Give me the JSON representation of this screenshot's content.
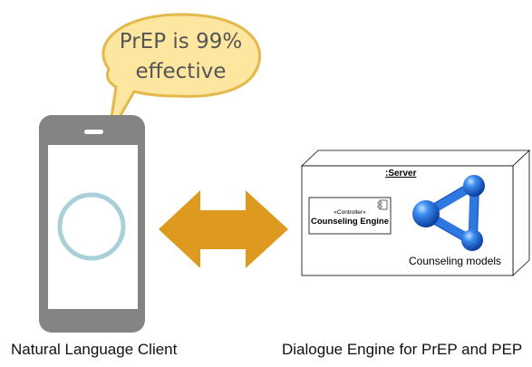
{
  "speech_bubble": {
    "text_line1": "PrEP is 99%",
    "text_line2": "effective"
  },
  "client": {
    "caption": "Natural Language Client"
  },
  "server": {
    "title": ":Server",
    "component": {
      "stereotype": "«Controller»",
      "name": "Counseling Engine"
    },
    "models_label": "Counseling models",
    "caption": "Dialogue Engine for PrEP and PEP"
  },
  "colors": {
    "phone_body": "#848484",
    "phone_screen": "#ffffff",
    "ring": "#a9d0d9",
    "bubble_fill": "#fde7a0",
    "bubble_stroke": "#e4b84a",
    "arrow": "#dd9a1e",
    "graph_blue": "#1a5ec8"
  },
  "icons": [
    "smartphone-icon",
    "ring-icon",
    "component-icon",
    "network-graph-icon"
  ]
}
